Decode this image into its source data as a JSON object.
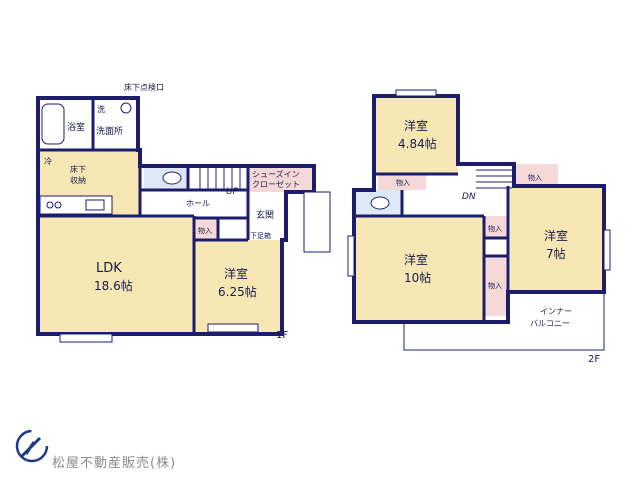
{
  "floor1": {
    "inspection_hatch": "床下点検口",
    "bath": "浴室",
    "wash": "洗",
    "washroom": "洗面所",
    "refrigerator": "冷",
    "underfloor_storage": "床下\n収納",
    "ldk": "LDK",
    "ldk_size": "18.6帖",
    "shoe_closet": "シューズイン\nクローゼット",
    "up": "UP",
    "hall": "ホール",
    "entrance": "玄関",
    "shoe_box": "下足箱",
    "storage": "物入",
    "western_room": "洋室",
    "western_room_size": "6.25帖",
    "floor_label": "1F"
  },
  "floor2": {
    "room_a": "洋室",
    "room_a_size": "4.84帖",
    "storage": "物入",
    "dn": "DN",
    "room_b": "洋室",
    "room_b_size": "10帖",
    "room_c": "洋室",
    "room_c_size": "7帖",
    "inner_balcony": "インナー\nバルコニー",
    "floor_label": "2F"
  },
  "footer": {
    "company": "松屋不動産販売(株)"
  }
}
